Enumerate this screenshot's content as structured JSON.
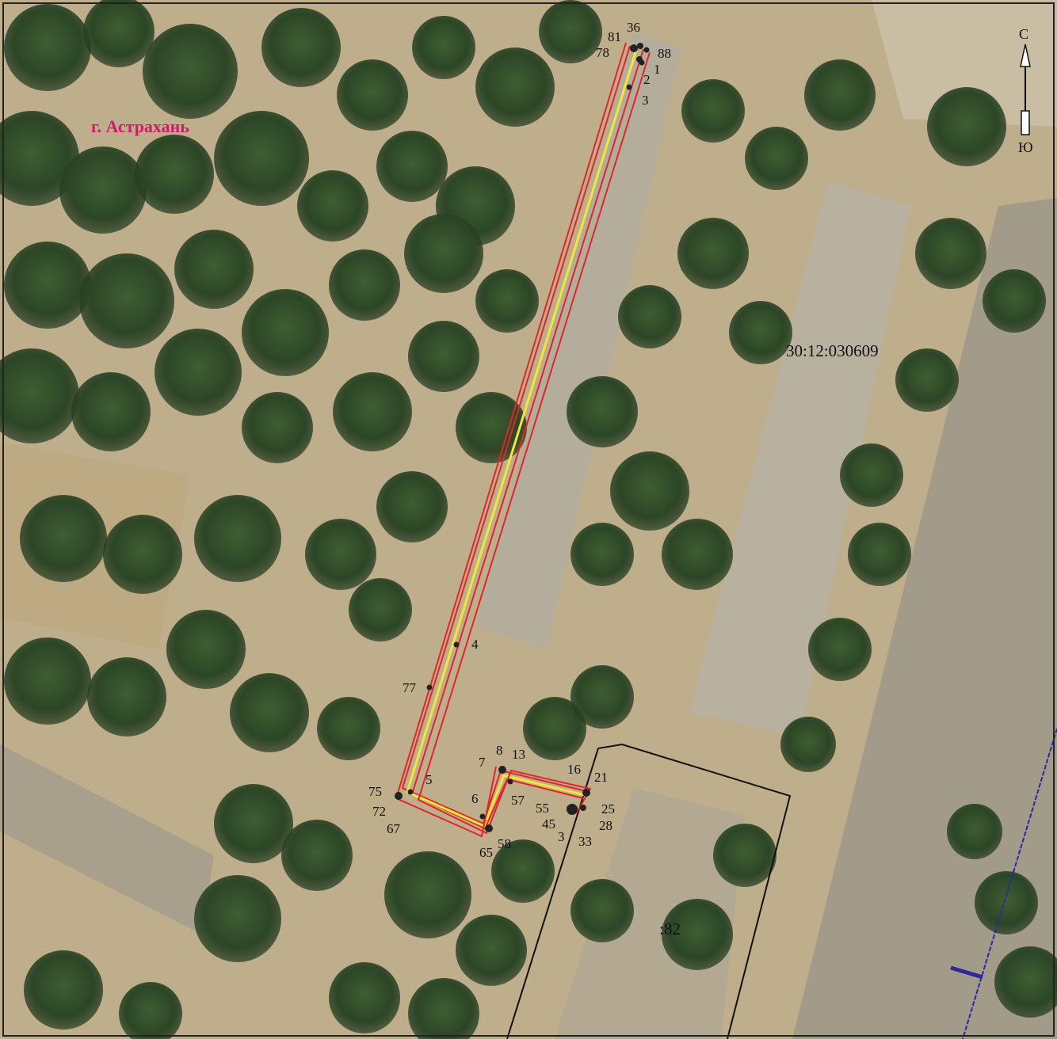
{
  "map": {
    "city_label": "г. Астрахань",
    "cadastral_block": "30:12:030609",
    "parcel_label": ":82",
    "compass": {
      "north": "С",
      "south": "Ю"
    },
    "points": [
      {
        "id": "p36",
        "label": "36"
      },
      {
        "id": "p81",
        "label": "81"
      },
      {
        "id": "p78",
        "label": "78"
      },
      {
        "id": "p88",
        "label": "88"
      },
      {
        "id": "p1",
        "label": "1"
      },
      {
        "id": "p2",
        "label": "2"
      },
      {
        "id": "p3",
        "label": "3"
      },
      {
        "id": "p4",
        "label": "4"
      },
      {
        "id": "p77",
        "label": "77"
      },
      {
        "id": "p5",
        "label": "5"
      },
      {
        "id": "p75",
        "label": "75"
      },
      {
        "id": "p72",
        "label": "72"
      },
      {
        "id": "p67",
        "label": "67"
      },
      {
        "id": "p6",
        "label": "6"
      },
      {
        "id": "p65",
        "label": "65"
      },
      {
        "id": "p58",
        "label": "58"
      },
      {
        "id": "p7",
        "label": "7"
      },
      {
        "id": "p8",
        "label": "8"
      },
      {
        "id": "p13",
        "label": "13"
      },
      {
        "id": "p57",
        "label": "57"
      },
      {
        "id": "p16",
        "label": "16"
      },
      {
        "id": "p21",
        "label": "21"
      },
      {
        "id": "p55",
        "label": "55"
      },
      {
        "id": "p45",
        "label": "45"
      },
      {
        "id": "p25",
        "label": "25"
      },
      {
        "id": "p28",
        "label": "28"
      },
      {
        "id": "p33",
        "label": "33"
      },
      {
        "id": "p3b",
        "label": "3"
      }
    ],
    "colors": {
      "route_axis": "#f2e63a",
      "route_boundary": "#e0262a",
      "parcel_line": "#111111",
      "utility_line": "#2a2a9a",
      "city_label": "#d01a6a"
    }
  }
}
